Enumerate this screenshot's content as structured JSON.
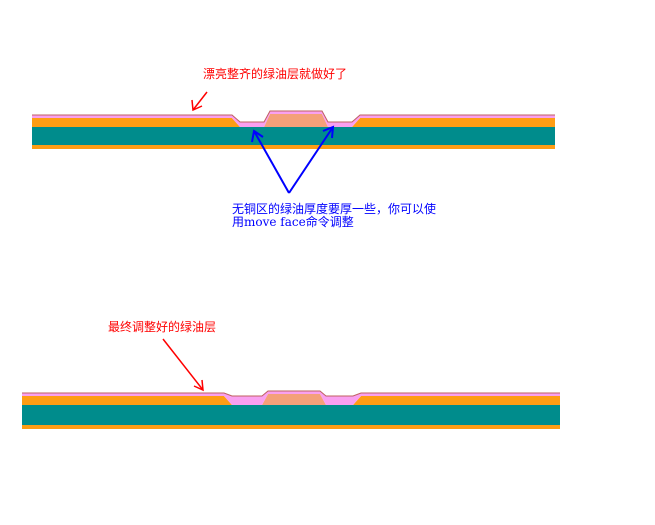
{
  "colors": {
    "pink": "#f9a0f0",
    "orange": "#ff9d14",
    "teal": "#008c8c",
    "peach": "#f4a07a",
    "line": "#c06060",
    "red": "#ff0000",
    "blue": "#0000ff"
  },
  "annotations": {
    "top_note": "漂亮整齐的绿油层就做好了",
    "middle_note_line1": "无铜区的绿油厚度要厚一些，你可以使",
    "middle_note_line2": "用move face命令调整",
    "bottom_note": "最终调整好的绿油层"
  }
}
